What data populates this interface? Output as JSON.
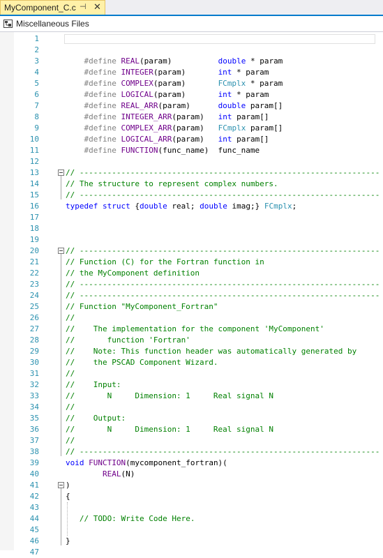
{
  "tab": {
    "title": "MyComponent_C.c",
    "pin_glyph": "⊣",
    "close_glyph": "✕"
  },
  "nav": {
    "scope": "Miscellaneous Files",
    "icon": "project-scope-icon"
  },
  "editor": {
    "line_numbers": [
      "1",
      "2",
      "3",
      "4",
      "5",
      "6",
      "7",
      "8",
      "9",
      "10",
      "11",
      "12",
      "13",
      "14",
      "15",
      "16",
      "17",
      "18",
      "19",
      "20",
      "21",
      "22",
      "23",
      "24",
      "25",
      "26",
      "27",
      "28",
      "29",
      "30",
      "31",
      "32",
      "33",
      "34",
      "35",
      "36",
      "37",
      "38",
      "39",
      "40",
      "41",
      "42",
      "43",
      "44",
      "45",
      "46",
      "47"
    ],
    "colors": {
      "preprocessor": "#808080",
      "macro": "#6f008a",
      "keyword": "#0000ff",
      "type": "#2b91af",
      "comment": "#008000",
      "line_number": "#2b91af"
    },
    "lines": [
      [],
      [],
      [
        [
          "pre",
          "    #define "
        ],
        [
          "mac",
          "REAL"
        ],
        [
          "pl",
          "(param)          "
        ],
        [
          "kw",
          "double"
        ],
        [
          "pl",
          " * param"
        ]
      ],
      [
        [
          "pre",
          "    #define "
        ],
        [
          "mac",
          "INTEGER"
        ],
        [
          "pl",
          "(param)       "
        ],
        [
          "kw",
          "int"
        ],
        [
          "pl",
          " * param"
        ]
      ],
      [
        [
          "pre",
          "    #define "
        ],
        [
          "mac",
          "COMPLEX"
        ],
        [
          "pl",
          "(param)       "
        ],
        [
          "typ",
          "FCmplx"
        ],
        [
          "pl",
          " * param"
        ]
      ],
      [
        [
          "pre",
          "    #define "
        ],
        [
          "mac",
          "LOGICAL"
        ],
        [
          "pl",
          "(param)       "
        ],
        [
          "kw",
          "int"
        ],
        [
          "pl",
          " * param"
        ]
      ],
      [
        [
          "pre",
          "    #define "
        ],
        [
          "mac",
          "REAL_ARR"
        ],
        [
          "pl",
          "(param)      "
        ],
        [
          "kw",
          "double"
        ],
        [
          "pl",
          " param[]"
        ]
      ],
      [
        [
          "pre",
          "    #define "
        ],
        [
          "mac",
          "INTEGER_ARR"
        ],
        [
          "pl",
          "(param)   "
        ],
        [
          "kw",
          "int"
        ],
        [
          "pl",
          " param[]"
        ]
      ],
      [
        [
          "pre",
          "    #define "
        ],
        [
          "mac",
          "COMPLEX_ARR"
        ],
        [
          "pl",
          "(param)   "
        ],
        [
          "typ",
          "FCmplx"
        ],
        [
          "pl",
          " param[]"
        ]
      ],
      [
        [
          "pre",
          "    #define "
        ],
        [
          "mac",
          "LOGICAL_ARR"
        ],
        [
          "pl",
          "(param)   "
        ],
        [
          "kw",
          "int"
        ],
        [
          "pl",
          " param[]"
        ]
      ],
      [
        [
          "pre",
          "    #define "
        ],
        [
          "mac",
          "FUNCTION"
        ],
        [
          "pl",
          "(func_name)  func_name"
        ]
      ],
      [],
      [
        [
          "cm",
          "// -----------------------------------------------------------------"
        ]
      ],
      [
        [
          "cm",
          "// The structure to represent complex numbers."
        ]
      ],
      [
        [
          "cm",
          "// -----------------------------------------------------------------"
        ]
      ],
      [
        [
          "kw",
          "typedef"
        ],
        [
          "pl",
          " "
        ],
        [
          "kw",
          "struct"
        ],
        [
          "pl",
          " {"
        ],
        [
          "kw",
          "double"
        ],
        [
          "pl",
          " real; "
        ],
        [
          "kw",
          "double"
        ],
        [
          "pl",
          " imag;} "
        ],
        [
          "typ",
          "FCmplx"
        ],
        [
          "pl",
          ";"
        ]
      ],
      [],
      [],
      [],
      [
        [
          "cm",
          "// -----------------------------------------------------------------"
        ]
      ],
      [
        [
          "cm",
          "// Function (C) for the Fortran function in"
        ]
      ],
      [
        [
          "cm",
          "// the MyComponent definition"
        ]
      ],
      [
        [
          "cm",
          "// -----------------------------------------------------------------"
        ]
      ],
      [
        [
          "cm",
          "// -----------------------------------------------------------------"
        ]
      ],
      [
        [
          "cm",
          "// Function \"MyComponent_Fortran\""
        ]
      ],
      [
        [
          "cm",
          "//"
        ]
      ],
      [
        [
          "cm",
          "//    The implementation for the component 'MyComponent'"
        ]
      ],
      [
        [
          "cm",
          "//       function 'Fortran'"
        ]
      ],
      [
        [
          "cm",
          "//    Note: This function header was automatically generated by"
        ]
      ],
      [
        [
          "cm",
          "//    the PSCAD Component Wizard."
        ]
      ],
      [
        [
          "cm",
          "//"
        ]
      ],
      [
        [
          "cm",
          "//    Input:"
        ]
      ],
      [
        [
          "cm",
          "//       N     Dimension: 1     Real signal N"
        ]
      ],
      [
        [
          "cm",
          "//"
        ]
      ],
      [
        [
          "cm",
          "//    Output:"
        ]
      ],
      [
        [
          "cm",
          "//       N     Dimension: 1     Real signal N"
        ]
      ],
      [
        [
          "cm",
          "//"
        ]
      ],
      [
        [
          "cm",
          "// -----------------------------------------------------------------"
        ]
      ],
      [
        [
          "kw",
          "void"
        ],
        [
          "pl",
          " "
        ],
        [
          "mac",
          "FUNCTION"
        ],
        [
          "pl",
          "(mycomponent_fortran)("
        ]
      ],
      [
        [
          "pl",
          "        "
        ],
        [
          "mac",
          "REAL"
        ],
        [
          "pl",
          "(N)"
        ]
      ],
      [
        [
          "pl",
          ")"
        ]
      ],
      [
        [
          "pl",
          "{"
        ]
      ],
      [],
      [
        [
          "pl",
          "   "
        ],
        [
          "cm",
          "// TODO: Write Code Here."
        ]
      ],
      [],
      [
        [
          "pl",
          "}"
        ]
      ],
      []
    ]
  }
}
